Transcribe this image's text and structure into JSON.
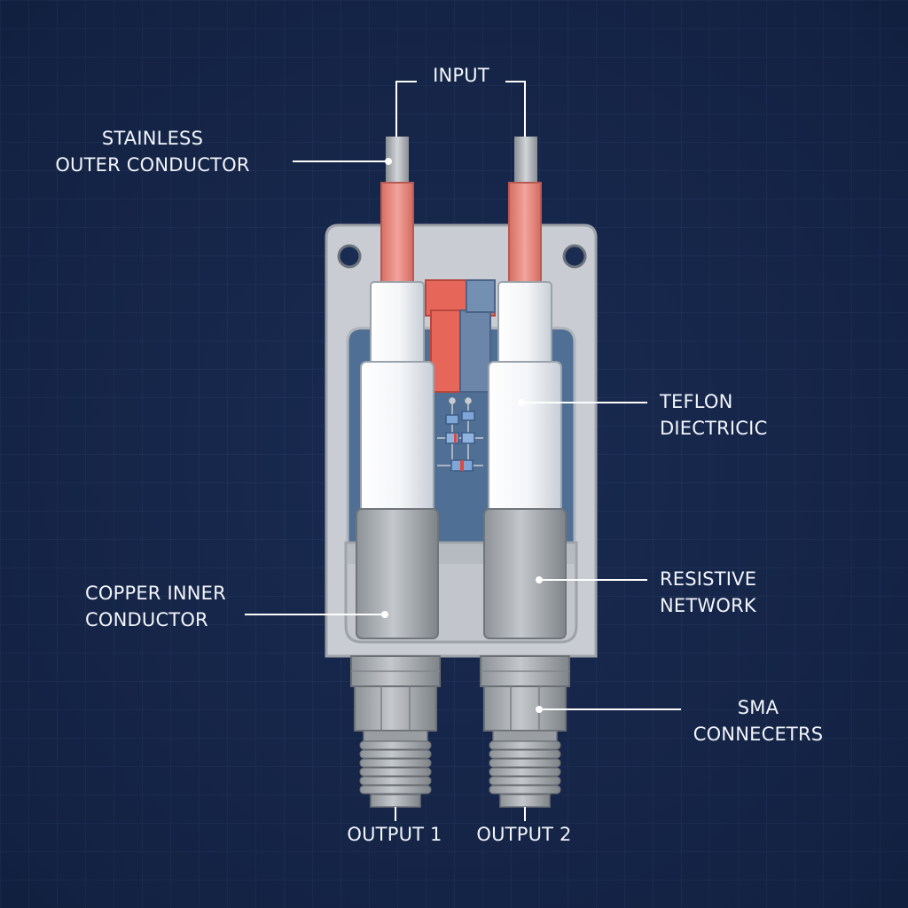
{
  "labels": {
    "input": "INPUT",
    "stainless_line1": "STAINLESS",
    "stainless_line2": "OUTER CONDUCTOR",
    "teflon_line1": "TEFLON",
    "teflon_line2": "DIECTRICIC",
    "copper_line1": "COPPER INNER",
    "copper_line2": "CONDUCTOR",
    "resistive_line1": "RESISTIVE",
    "resistive_line2": "NETWORK",
    "sma_line1": "SMA",
    "sma_line2": "CONNECETRS",
    "output1": "OUTPUT 1",
    "output2": "OUTPUT 2"
  },
  "colors": {
    "background": "#16264a",
    "grid": "#2a3d66",
    "housing": "#c9cdd3",
    "cavity": "#4f6f94",
    "teflon": "#f1f3f6",
    "copper": "#e8897f",
    "copper_block": "#e6675a",
    "metal": "#a5a9ae",
    "leader": "#ffffff"
  }
}
